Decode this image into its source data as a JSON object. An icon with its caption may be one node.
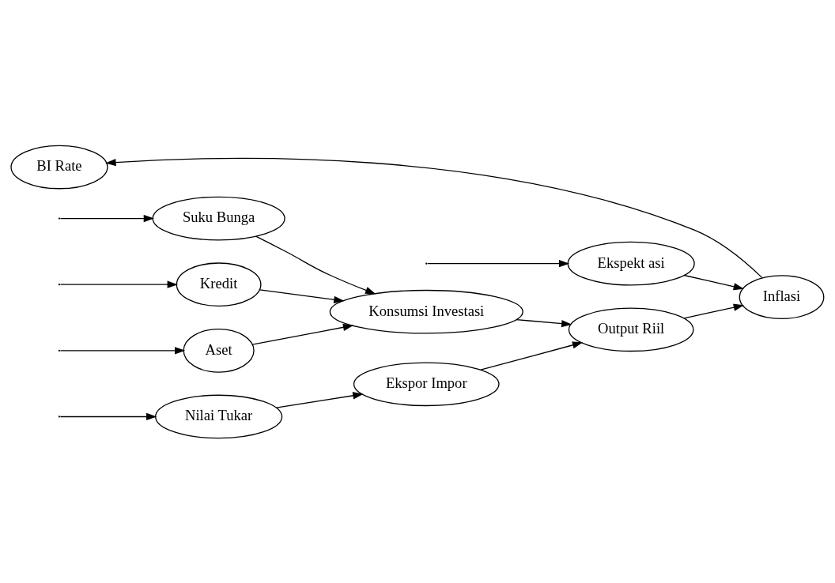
{
  "diagram": {
    "nodes": [
      {
        "text": [
          "BI Rate"
        ]
      },
      {
        "text": [
          "Suku Bunga"
        ]
      },
      {
        "text": [
          "Kredit"
        ]
      },
      {
        "text": [
          "Aset"
        ]
      },
      {
        "text": [
          "Nilai Tukar"
        ]
      },
      {
        "text": [
          "Ekspekt asi"
        ]
      },
      {
        "text": [
          "Konsumsi Investasi"
        ]
      },
      {
        "text": [
          "Ekspor Impor"
        ]
      },
      {
        "text": [
          "Output Riil"
        ]
      },
      {
        "text": [
          "Inflasi"
        ]
      }
    ],
    "edges": [
      {
        "from": null,
        "to": 1,
        "arrow": "to"
      },
      {
        "from": null,
        "to": 2,
        "arrow": "to"
      },
      {
        "from": null,
        "to": 3,
        "arrow": "to"
      },
      {
        "from": null,
        "to": 4,
        "arrow": "to"
      },
      {
        "from": null,
        "to": 5,
        "arrow": "to"
      },
      {
        "from": 1,
        "to": 6,
        "arrow": "to"
      },
      {
        "from": 2,
        "to": 6,
        "arrow": "to"
      },
      {
        "from": 3,
        "to": 6,
        "arrow": "to"
      },
      {
        "from": 4,
        "to": 7,
        "arrow": "to"
      },
      {
        "from": 6,
        "to": 8,
        "arrow": "to"
      },
      {
        "from": 7,
        "to": 8,
        "arrow": "to"
      },
      {
        "from": 5,
        "to": 9,
        "arrow": "to"
      },
      {
        "from": 8,
        "to": 9,
        "arrow": "to"
      },
      {
        "from": 9,
        "to": 0,
        "arrow": "to"
      }
    ]
  }
}
